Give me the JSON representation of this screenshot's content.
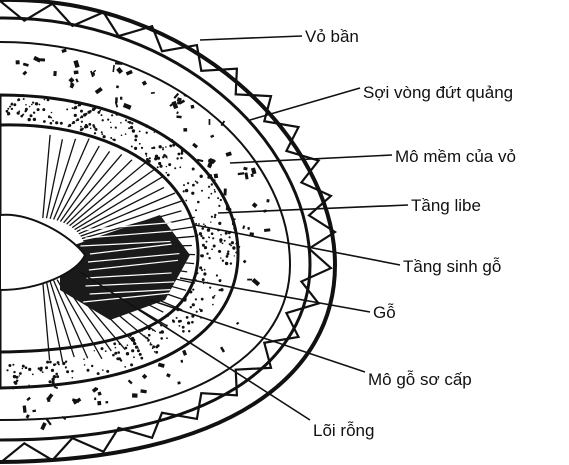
{
  "labels": {
    "vo_ban": "Vỏ bần",
    "soi_vong": "Sợi vòng đứt quảng",
    "mo_mem": "Mô mềm của vỏ",
    "tang_libe": "Tầng libe",
    "tang_sinh_go": "Tầng sinh gỗ",
    "go": "Gỗ",
    "mo_go_so_cap": "Mô gỗ sơ cấp",
    "loi_rong": "Lõi rỗng"
  }
}
